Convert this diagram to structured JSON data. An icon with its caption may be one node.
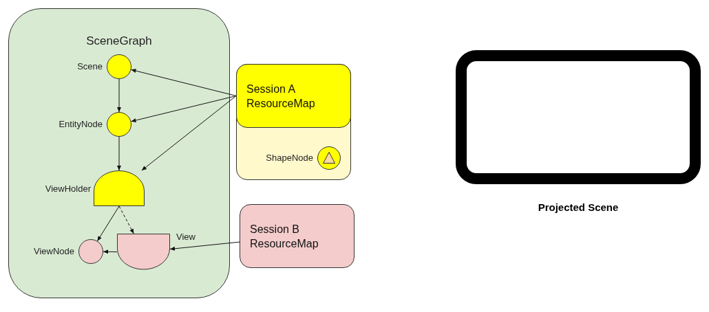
{
  "diagram": {
    "nodes": [
      {
        "text": [
          "SceneGraph"
        ]
      },
      {
        "text": [
          "Scene"
        ],
        "in": 0
      },
      {
        "text": [
          "EntityNode"
        ],
        "in": 0
      },
      {
        "text": [
          "ViewHolder"
        ],
        "in": 0
      },
      {
        "text": [
          "ViewNode"
        ],
        "in": 0
      },
      {
        "text": [
          "View"
        ],
        "in": 0
      },
      {
        "text": [],
        "shape": "box"
      },
      {
        "text": [
          "Session A ResourceMap"
        ],
        "in": 6
      },
      {
        "text": [
          "ShapeNode"
        ],
        "in": 6
      },
      {
        "text": [
          "Session B ResourceMap"
        ]
      },
      {
        "text": [
          "Projected Scene"
        ]
      }
    ],
    "edges": [
      {
        "from": 1,
        "to": 2,
        "arrow": "to"
      },
      {
        "from": 2,
        "to": 3,
        "arrow": "to"
      },
      {
        "from": 3,
        "to": 4,
        "arrow": "to"
      },
      {
        "from": 3,
        "to": 5,
        "arrow": "to",
        "style": "dashed"
      },
      {
        "from": 5,
        "to": 4,
        "arrow": "to"
      },
      {
        "from": 7,
        "to": 1,
        "arrow": "to"
      },
      {
        "from": 7,
        "to": 2,
        "arrow": "to"
      },
      {
        "from": 7,
        "to": 3,
        "arrow": "to"
      },
      {
        "from": 9,
        "to": 5,
        "arrow": "to"
      }
    ]
  }
}
